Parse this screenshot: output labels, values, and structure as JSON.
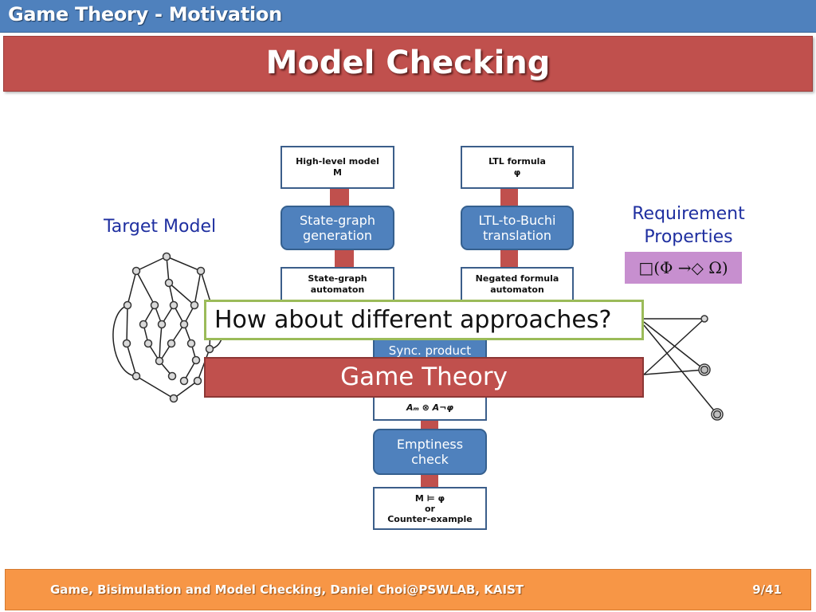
{
  "header": {
    "section_title": "Game Theory - Motivation"
  },
  "slide": {
    "title": "Model Checking"
  },
  "left": {
    "label": "Target Model"
  },
  "right": {
    "label_line1": "Requirement",
    "label_line2": "Properties",
    "formula": "□(Φ →◇ Ω)"
  },
  "flow": {
    "left_top": {
      "line1": "High-level model",
      "line2": "M"
    },
    "left_step": {
      "line1": "State-graph",
      "line2": "generation"
    },
    "left_mid": {
      "line1": "State-graph",
      "line2": "automaton"
    },
    "right_top": {
      "line1": "LTL formula",
      "line2": "φ"
    },
    "right_step": {
      "line1": "LTL-to-Buchi",
      "line2": "translation"
    },
    "right_mid": {
      "line1": "Negated formula",
      "line2": "automaton"
    },
    "sync": "Sync. product",
    "product": "Aₘ ⊗ A¬φ",
    "emptiness": {
      "line1": "Emptiness",
      "line2": "check"
    },
    "result": {
      "line1": "M ⊨ φ",
      "line2": "or",
      "line3": "Counter-example"
    }
  },
  "callout": {
    "question": "How about different approaches?"
  },
  "banner": {
    "game_theory": "Game Theory"
  },
  "footer": {
    "credit": "Game, Bisimulation and Model Checking, Daniel Choi@PSWLAB, KAIST",
    "page": "9/41"
  },
  "colors": {
    "header_blue": "#4f81bd",
    "title_red": "#c0504d",
    "footer_orange": "#f79646",
    "callout_border": "#9bbb59",
    "formula_bg": "#c78fcf"
  }
}
